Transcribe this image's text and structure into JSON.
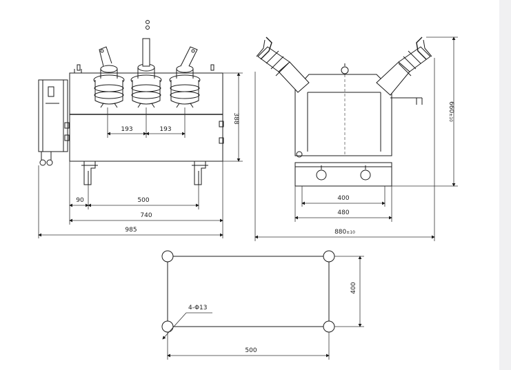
{
  "front_view": {
    "dim_pitch_left": "193",
    "dim_pitch_right": "193",
    "dim_height": "388",
    "dim_offset": "90",
    "dim_mount_span": "500",
    "dim_tank_length": "740",
    "dim_overall_length": "985"
  },
  "side_view": {
    "dim_height": "660",
    "dim_height_tol": "±10",
    "dim_mount_inner": "400",
    "dim_mount_outer": "480",
    "dim_overall_width": "880",
    "dim_overall_tol": "±10"
  },
  "foundation_plan": {
    "hole_note": "4-Φ13",
    "dim_spacing_y": "400",
    "dim_spacing_x": "500"
  },
  "colors": {
    "line": "#1a1a1a",
    "background": "#ffffff",
    "edge": "#f0f0f2"
  }
}
